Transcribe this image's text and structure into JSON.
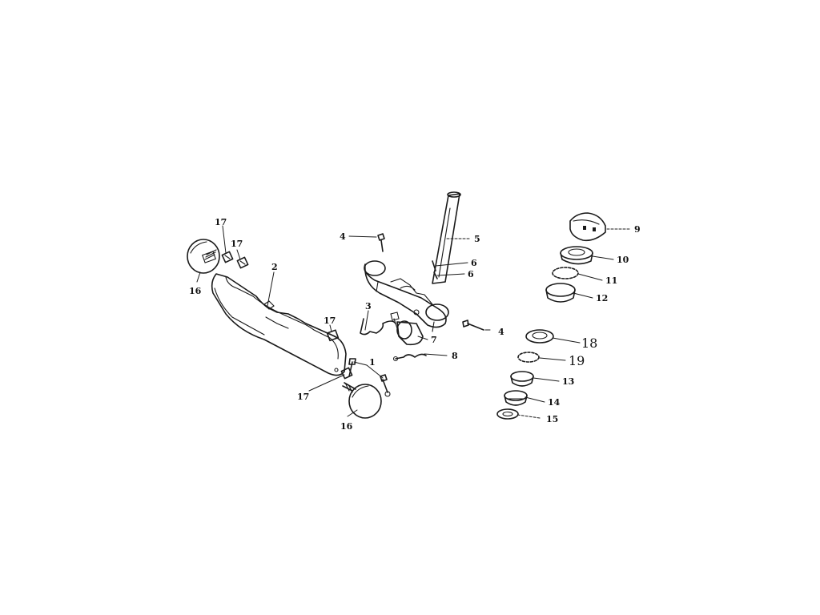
{
  "diagram": {
    "callouts": {
      "c1": "1",
      "c2": "2",
      "c3": "3",
      "c4a": "4",
      "c4b": "4",
      "c5": "5",
      "c6a": "6",
      "c6b": "6",
      "c7": "7",
      "c8": "8",
      "c9": "9",
      "c10": "10",
      "c11": "11",
      "c12": "12",
      "c13": "13",
      "c14": "14",
      "c15": "15",
      "c16a": "16",
      "c16b": "16",
      "c17a": "17",
      "c17b": "17",
      "c17c": "17",
      "c17d": "17",
      "c18": "18",
      "c19": "19"
    },
    "colors": {
      "ink": "#1a1a1a",
      "background": "#ffffff"
    }
  }
}
